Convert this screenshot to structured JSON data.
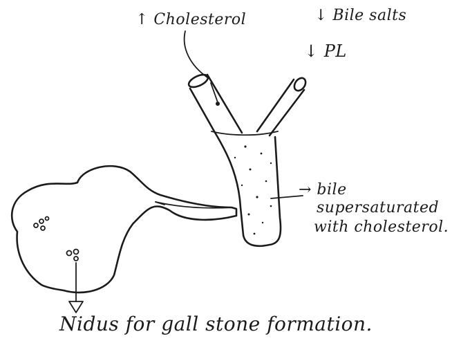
{
  "labels": {
    "cholesterol": "↑ Cholesterol",
    "bile_salts": "↓ Bile salts",
    "pl": "↓ PL",
    "bile_line1": "→ bile",
    "bile_line2": "supersaturated",
    "bile_line3": "with cholesterol.",
    "caption": "Nidus for gall stone formation."
  }
}
